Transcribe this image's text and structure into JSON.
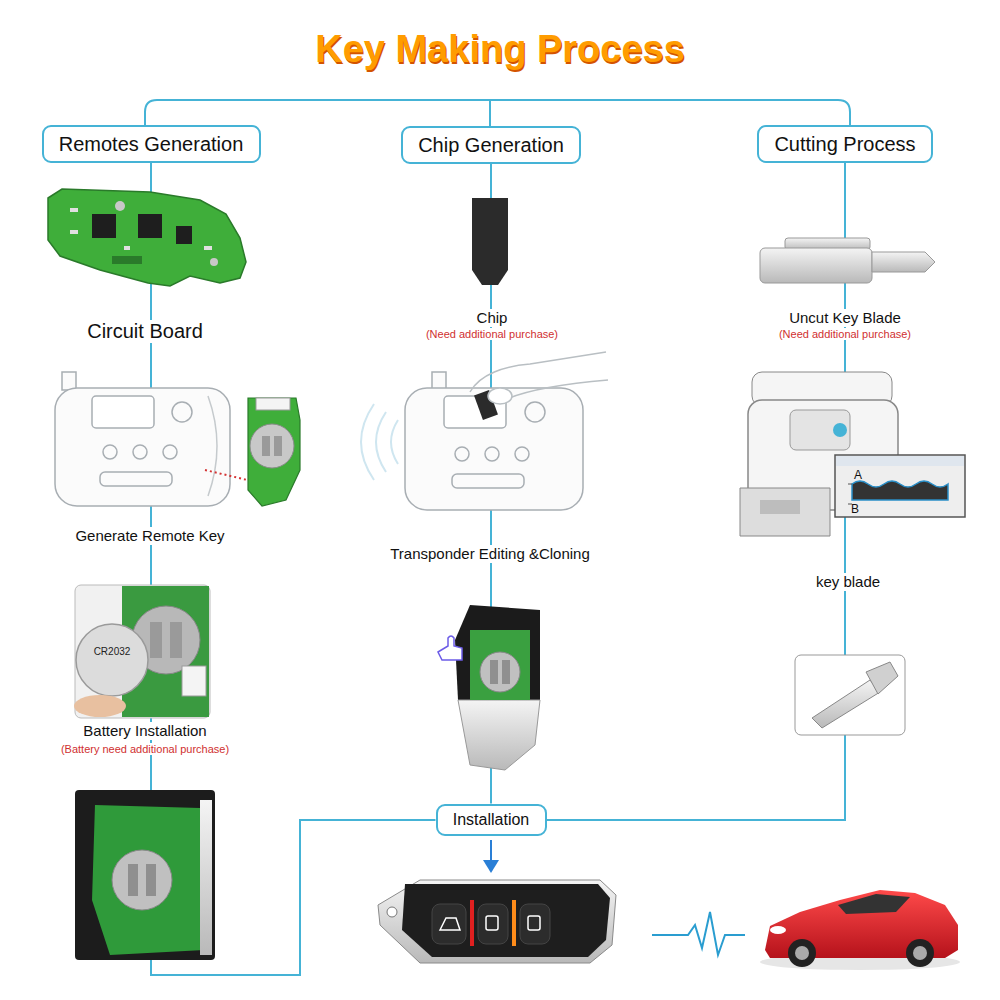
{
  "diagram": {
    "title": "Key Making Process",
    "nodes": [
      {
        "text": [
          "Remotes Generation"
        ]
      },
      {
        "text": [
          "Chip Generation"
        ]
      },
      {
        "text": [
          "Cutting Process"
        ]
      },
      {
        "text": [
          "Installation"
        ]
      }
    ],
    "edges": [
      {
        "from": 0,
        "to": 3,
        "arrow": "none"
      },
      {
        "from": 1,
        "to": 3,
        "arrow": "none"
      },
      {
        "from": 2,
        "to": 3,
        "arrow": "none"
      }
    ],
    "labels": [
      "Circuit Board",
      "Chip",
      "(Need additional purchase)",
      "Uncut Key Blade",
      "(Need additional purchase)",
      "Generate Remote Key",
      "Transponder Editing &Cloning",
      "A",
      "B",
      "key blade",
      "CR2032",
      "Battery Installation",
      "(Battery need additional purchase)"
    ]
  }
}
